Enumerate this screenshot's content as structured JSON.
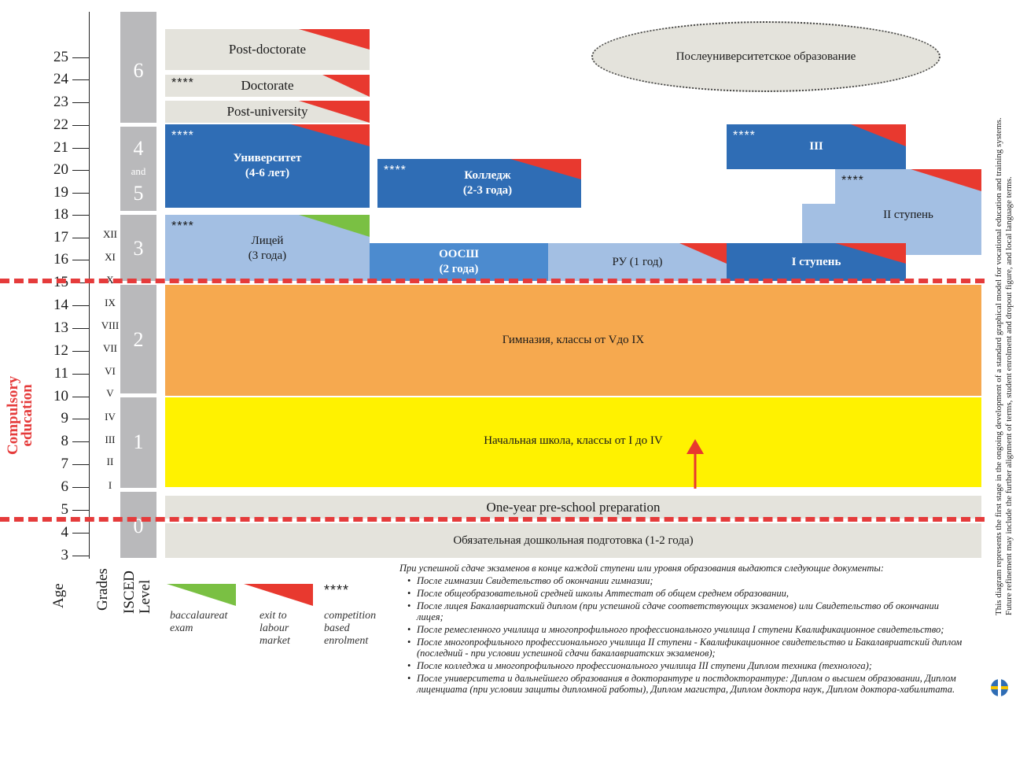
{
  "ages": [
    "25",
    "24",
    "23",
    "22",
    "21",
    "20",
    "19",
    "18",
    "17",
    "16",
    "15",
    "14",
    "13",
    "12",
    "11",
    "10",
    "9",
    "8",
    "7",
    "6",
    "5",
    "4",
    "3"
  ],
  "grades": [
    "XII",
    "XI",
    "X",
    "IX",
    "VIII",
    "VII",
    "VI",
    "V",
    "IV",
    "III",
    "II",
    "I"
  ],
  "isced_levels": [
    "6",
    "4",
    "and",
    "5",
    "3",
    "2",
    "1",
    "0"
  ],
  "axis_labels": {
    "age": "Age",
    "grades": "Grades",
    "isced": "ISCED\nLevel"
  },
  "compulsory_label": "Compulsory\neducation",
  "stars": "****",
  "cloud_text": "Послеуниверситетское образование",
  "boxes": {
    "postdoctorate": "Post-doctorate",
    "doctorate": "Doctorate",
    "postuniversity": "Post-university",
    "university": "Университет\n(4-6 лет)",
    "college": "Колледж\n(2-3 года)",
    "level3": "III",
    "level2": "II ступень",
    "lyceum": "Лицей\n(3 года)",
    "oosh": "ООСШ\n(2 года)",
    "ru": "РУ (1 год)",
    "level1": "I ступень",
    "gymnasium": "Гимназия, классы от Vдо IX",
    "primary": "Начальная школа, классы от I до IV",
    "preschool": "One-year pre-school preparation",
    "mandatory_preschool": "Обязательная дошкольная подготовка (1-2 года)"
  },
  "legend": {
    "green": "baccalaureat\nexam",
    "red": "exit to\nlabour\nmarket",
    "stars_text": "competition\nbased\nenrolment"
  },
  "notes_intro": "При успешной сдаче экзаменов в конце каждой ступени или уровня образования выдаются следующие документы:",
  "notes": [
    "После гимназии  Свидетельство об окончании гимназии;",
    "После общеобразовательной средней школы  Аттестат об общем среднем образовании,",
    "После лицея  Бакалавриатский диплом (при успешной сдаче соответствующих экзаменов) или Свидетельство об окончании лицея;",
    "После ремесленного училища и многопрофильного профессионального училища I ступени  Квалификационное свидетельство;",
    "После многопрофильного профессионального училища II ступени - Квалификационное свидетельство и Бакалавриатский диплом (последний - при условии успешной сдачи бакалавриатских экзаменов);",
    "После колледжа и многопрофильного профессионального училища III ступени  Диплом техника (технолога);",
    "После университета и дальнейшего образования в докторантуре и постдокторантуре: Диплом о высшем образовании, Диплом лиценциата (при условии защиты дипломной работы), Диплом магистра, Диплом доктора наук, Диплом доктора-хабилитата."
  ],
  "side_note_1": "This diagram represents the first stage in the ongoing development of a standard graphical model for vocational education and training systems.",
  "side_note_2": "Future refinement may include the further alignment of terms, student enrolment and dropout figure, and local language terms.",
  "colors": {
    "dark_blue": "#2f6db5",
    "mid_blue": "#4c8bcf",
    "light_blue": "#a3bfe3",
    "orange": "#f6a94f",
    "yellow": "#fff200",
    "grey_box": "#e4e3dc",
    "isced_grey": "#b9b9bb",
    "red": "#e8392f",
    "green": "#7ac043",
    "dashed": "#e53b3b"
  }
}
